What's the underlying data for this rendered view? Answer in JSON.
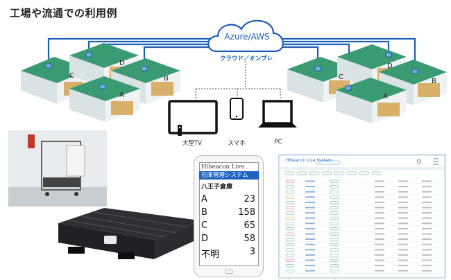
{
  "title": "工場や流通での利用例",
  "cloud": {
    "label": "Azure/AWS",
    "sublabel": "クラウド／オンプレ"
  },
  "warehouses_left": [
    "C",
    "D",
    "B",
    "A"
  ],
  "warehouses_right": [
    "C",
    "D",
    "B",
    "A"
  ],
  "devices": [
    {
      "label": "大型TV"
    },
    {
      "label": "スマホ"
    },
    {
      "label": "PC"
    }
  ],
  "phone": {
    "app_name": "Hibeacon Live",
    "screen_title": "在庫管理システム",
    "location": "八王子倉庫",
    "stock": [
      {
        "name": "A",
        "count": "23"
      },
      {
        "name": "B",
        "count": "158"
      },
      {
        "name": "C",
        "count": "65"
      },
      {
        "name": "D",
        "count": "58"
      },
      {
        "name": "不明",
        "count": "3"
      }
    ]
  },
  "pc_screen": {
    "logo": "Hibeacon Live System"
  },
  "colors": {
    "roof": "#3a9a72",
    "wall": "#e6ecee",
    "link": "#1e5fb6",
    "cloud_stroke": "#1e5fb6"
  }
}
